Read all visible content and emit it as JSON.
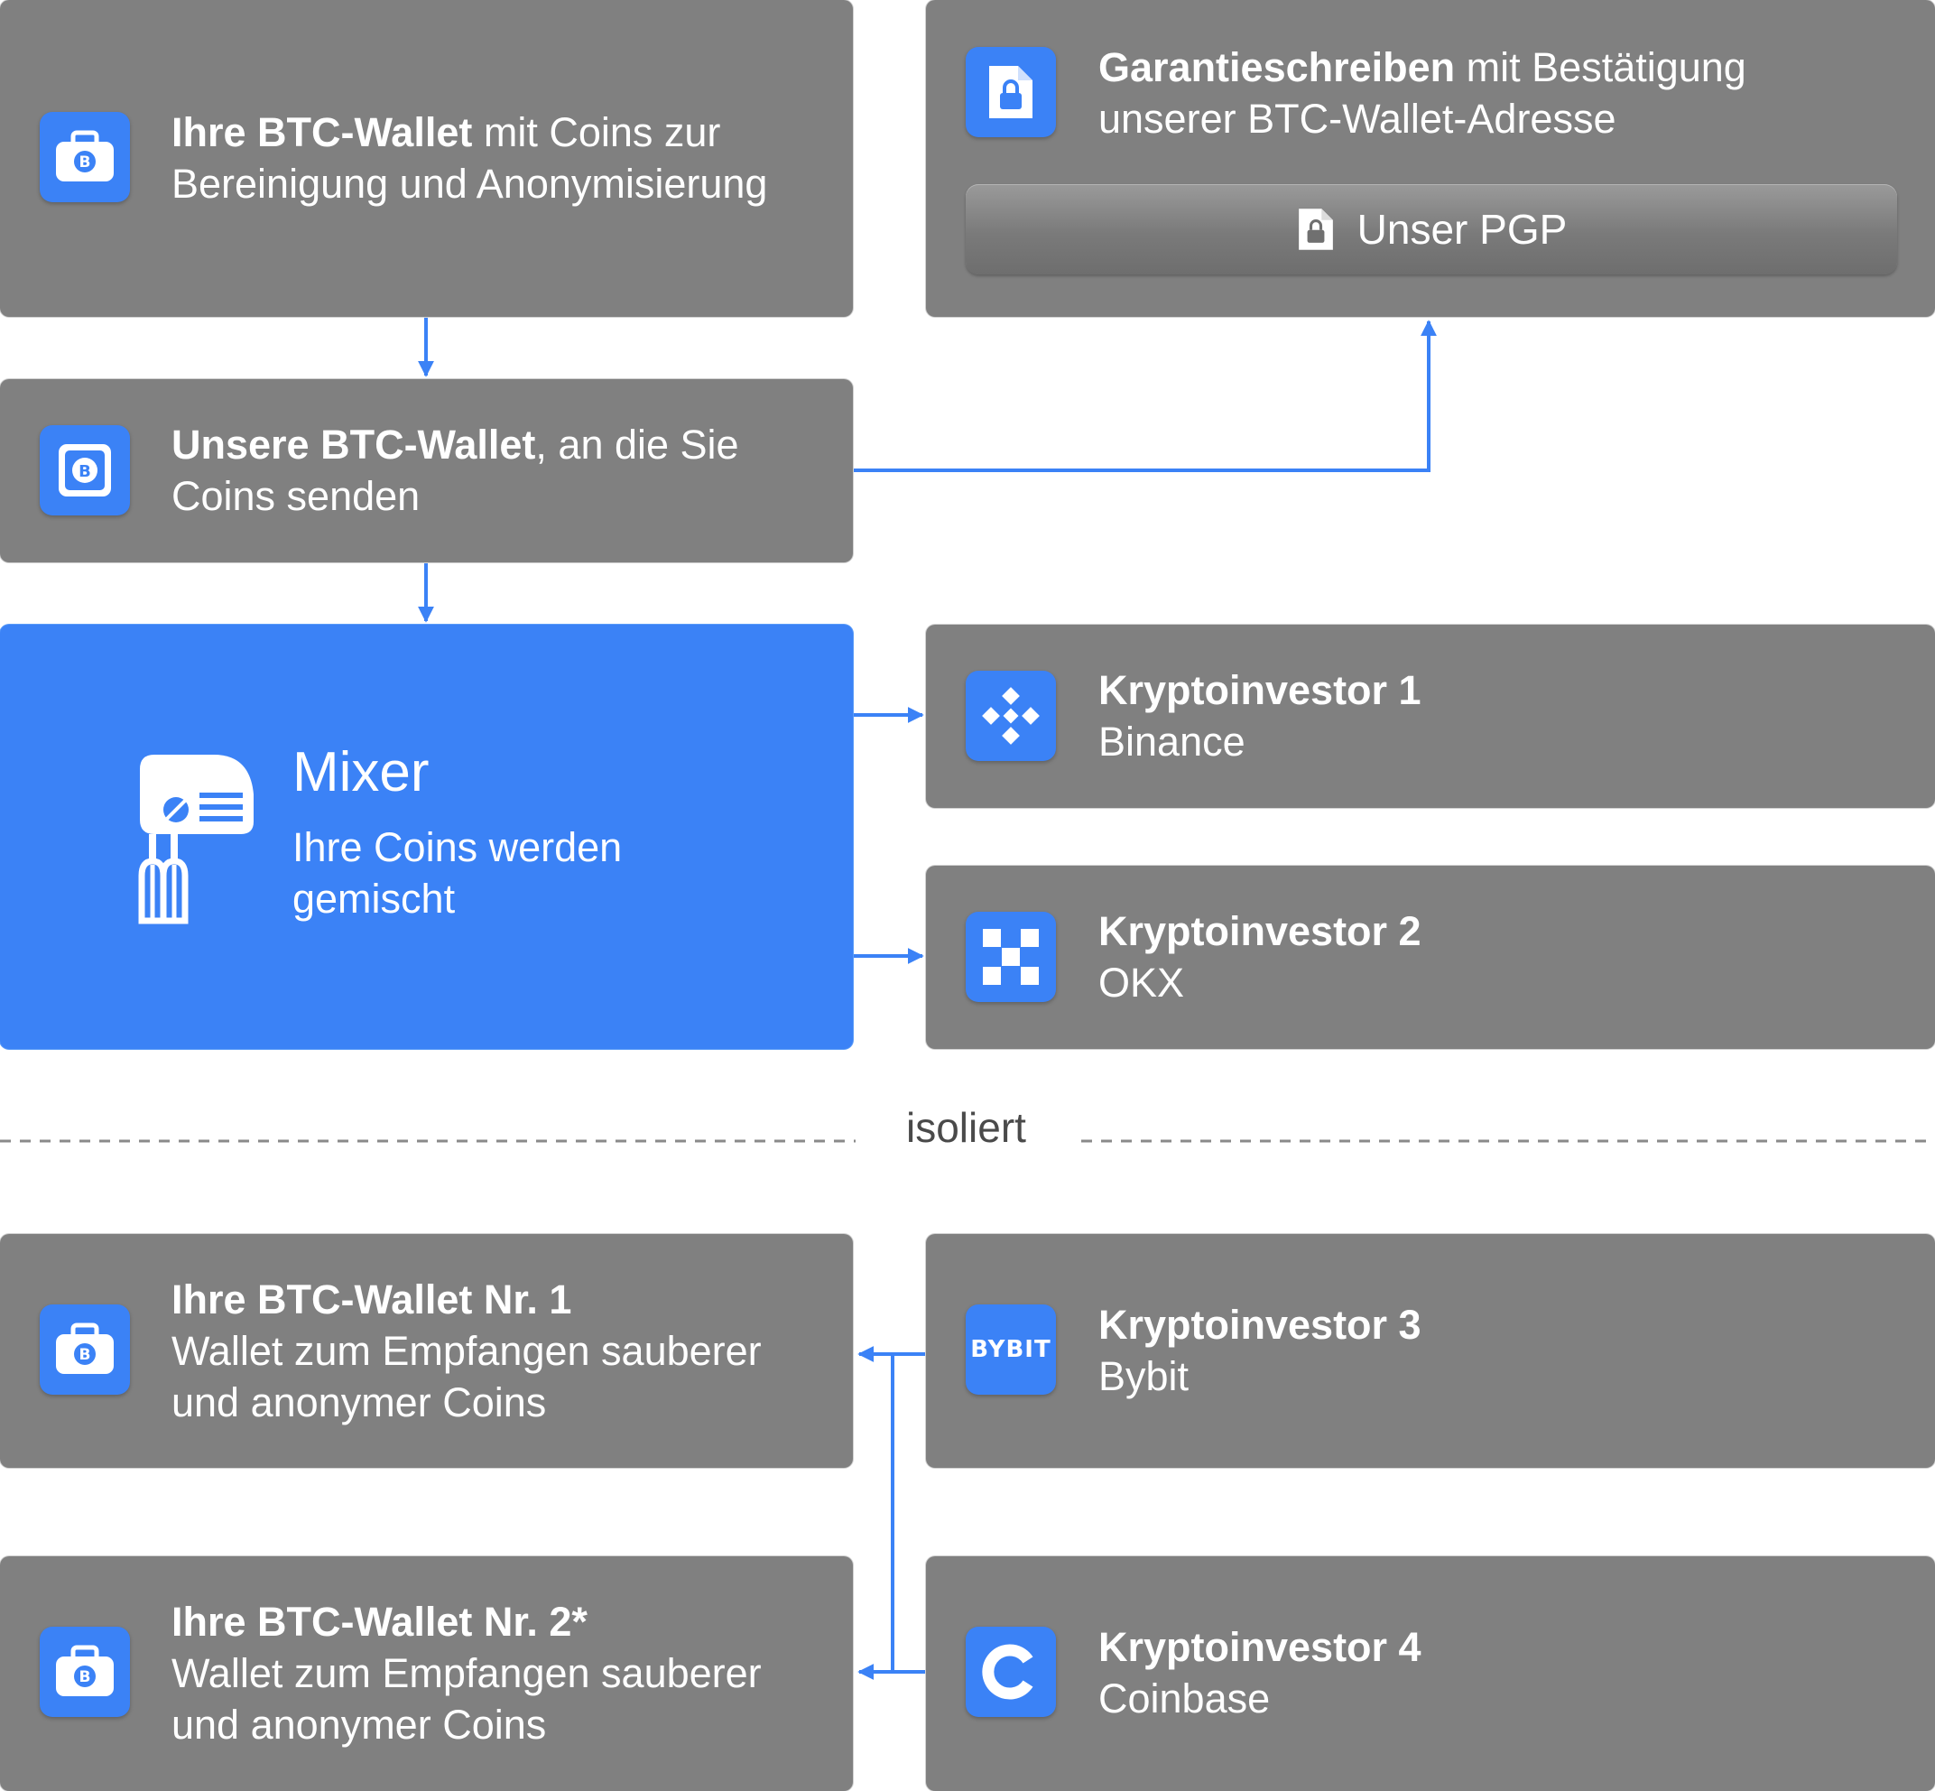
{
  "colors": {
    "box": "#808080",
    "accent": "#3b82f6",
    "text": "#ffffff",
    "separator_text": "#4a4a4a"
  },
  "nodes": {
    "wallet_source": {
      "bold": "Ihre BTC-Wallet",
      "rest_line1": " mit Coins zur",
      "line2": "Bereinigung und Anonymisierung",
      "icon": "wallet-bitcoin-icon"
    },
    "guarantee": {
      "bold": "Garantieschreiben",
      "rest_line1": " mit Bestätigung",
      "line2": "unserer BTC-Wallet-Adresse",
      "icon": "locked-document-icon",
      "pgp_button": "Unser PGP"
    },
    "our_wallet": {
      "bold": "Unsere BTC-Wallet",
      "rest_line1": ", an die Sie",
      "line2": "Coins senden",
      "icon": "safe-bitcoin-icon"
    },
    "mixer": {
      "title": "Mixer",
      "line1": "Ihre Coins werden",
      "line2": "gemischt",
      "icon": "hand-mixer-icon"
    },
    "investor1": {
      "title": "Kryptoinvestor 1",
      "subtitle": "Binance",
      "icon": "binance-icon"
    },
    "investor2": {
      "title": "Kryptoinvestor 2",
      "subtitle": "OKX",
      "icon": "okx-icon"
    },
    "investor3": {
      "title": "Kryptoinvestor 3",
      "subtitle": "Bybit",
      "icon": "bybit-icon",
      "icon_text": "BYBIT"
    },
    "investor4": {
      "title": "Kryptoinvestor 4",
      "subtitle": "Coinbase",
      "icon": "coinbase-icon"
    },
    "wallet1": {
      "title": "Ihre BTC-Wallet Nr. 1",
      "line1": "Wallet zum Empfangen sauberer",
      "line2": "und anonymer Coins",
      "icon": "wallet-bitcoin-icon"
    },
    "wallet2": {
      "title": "Ihre BTC-Wallet Nr. 2*",
      "line1": "Wallet zum Empfangen sauberer",
      "line2": "und anonymer Coins",
      "icon": "wallet-bitcoin-icon"
    }
  },
  "separator": {
    "label": "isoliert",
    "style": "dashed"
  },
  "edges": [
    {
      "from": "wallet_source",
      "to": "our_wallet"
    },
    {
      "from": "our_wallet",
      "to": "guarantee"
    },
    {
      "from": "our_wallet",
      "to": "mixer"
    },
    {
      "from": "mixer",
      "to": "investor1"
    },
    {
      "from": "mixer",
      "to": "investor2"
    },
    {
      "from": "investor3",
      "to": "wallet1"
    },
    {
      "from": "investor3",
      "to": "wallet2"
    }
  ]
}
